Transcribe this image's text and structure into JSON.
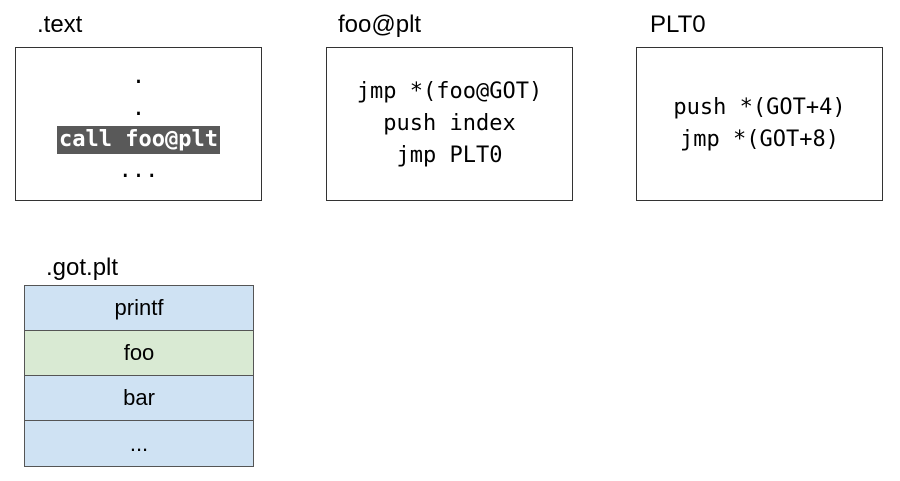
{
  "text_section": {
    "title": ".text",
    "dot1": ".",
    "dot2": ".",
    "call_line": "call foo@plt",
    "ellipsis": "..."
  },
  "foo_plt": {
    "title": "foo@plt",
    "lines": [
      "jmp *(foo@GOT)",
      "push index",
      "jmp PLT0"
    ]
  },
  "plt0": {
    "title": "PLT0",
    "lines": [
      "push *(GOT+4)",
      "jmp *(GOT+8)"
    ]
  },
  "got_plt": {
    "title": ".got.plt",
    "entries": [
      {
        "label": "printf",
        "color": "#cfe2f3"
      },
      {
        "label": "foo",
        "color": "#d9ead3"
      },
      {
        "label": "bar",
        "color": "#cfe2f3"
      },
      {
        "label": "...",
        "color": "#cfe2f3"
      }
    ]
  },
  "colors": {
    "highlight_bg": "#595959",
    "highlight_text": "#ffffff",
    "border": "#333333"
  }
}
